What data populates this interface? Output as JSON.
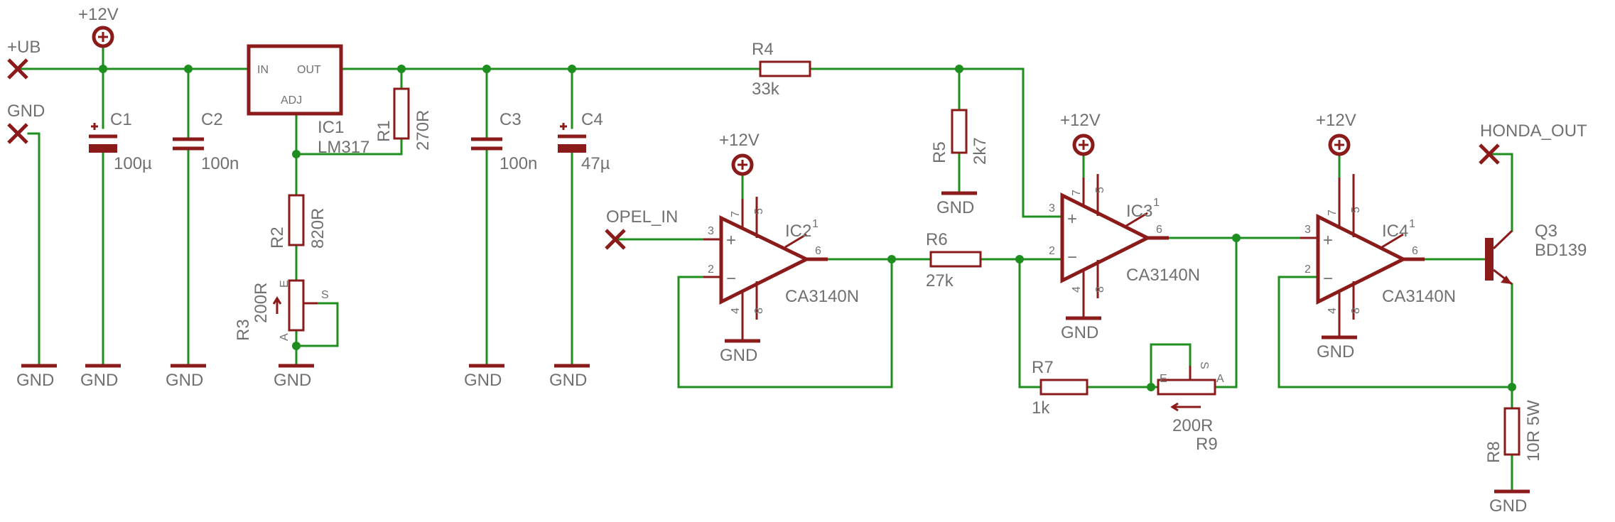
{
  "supply": {
    "vplus": "+12V",
    "ub": "+UB",
    "gnd": "GND"
  },
  "inputs": {
    "opel": "OPEL_IN",
    "honda": "HONDA_OUT"
  },
  "regulator": {
    "name": "IC1",
    "value": "LM317",
    "pin_in": "IN",
    "pin_out": "OUT",
    "pin_adj": "ADJ"
  },
  "parts": {
    "c1": {
      "name": "C1",
      "value": "100µ"
    },
    "c2": {
      "name": "C2",
      "value": "100n"
    },
    "c3": {
      "name": "C3",
      "value": "100n"
    },
    "c4": {
      "name": "C4",
      "value": "47µ"
    },
    "r1": {
      "name": "R1",
      "value": "270R"
    },
    "r2": {
      "name": "R2",
      "value": "820R"
    },
    "r3": {
      "name": "R3",
      "value": "200R"
    },
    "r4": {
      "name": "R4",
      "value": "33k"
    },
    "r5": {
      "name": "R5",
      "value": "2k7"
    },
    "r6": {
      "name": "R6",
      "value": "27k"
    },
    "r7": {
      "name": "R7",
      "value": "1k"
    },
    "r8": {
      "name": "R8",
      "value": "10R 5W"
    },
    "r9": {
      "name": "R9",
      "value": "200R"
    },
    "q3": {
      "name": "Q3",
      "value": "BD139"
    }
  },
  "opamps": {
    "ic2": {
      "name": "IC2",
      "value": "CA3140N"
    },
    "ic3": {
      "name": "IC3",
      "value": "CA3140N"
    },
    "ic4": {
      "name": "IC4",
      "value": "CA3140N"
    }
  },
  "pot_pins": {
    "e": "E",
    "s": "S",
    "a": "A"
  },
  "opamp_pins": {
    "p1": "1",
    "p2": "2",
    "p3": "3",
    "p4": "4",
    "p5": "5",
    "p6": "6",
    "p7": "7",
    "p8": "8",
    "plus": "+",
    "minus": "−"
  }
}
